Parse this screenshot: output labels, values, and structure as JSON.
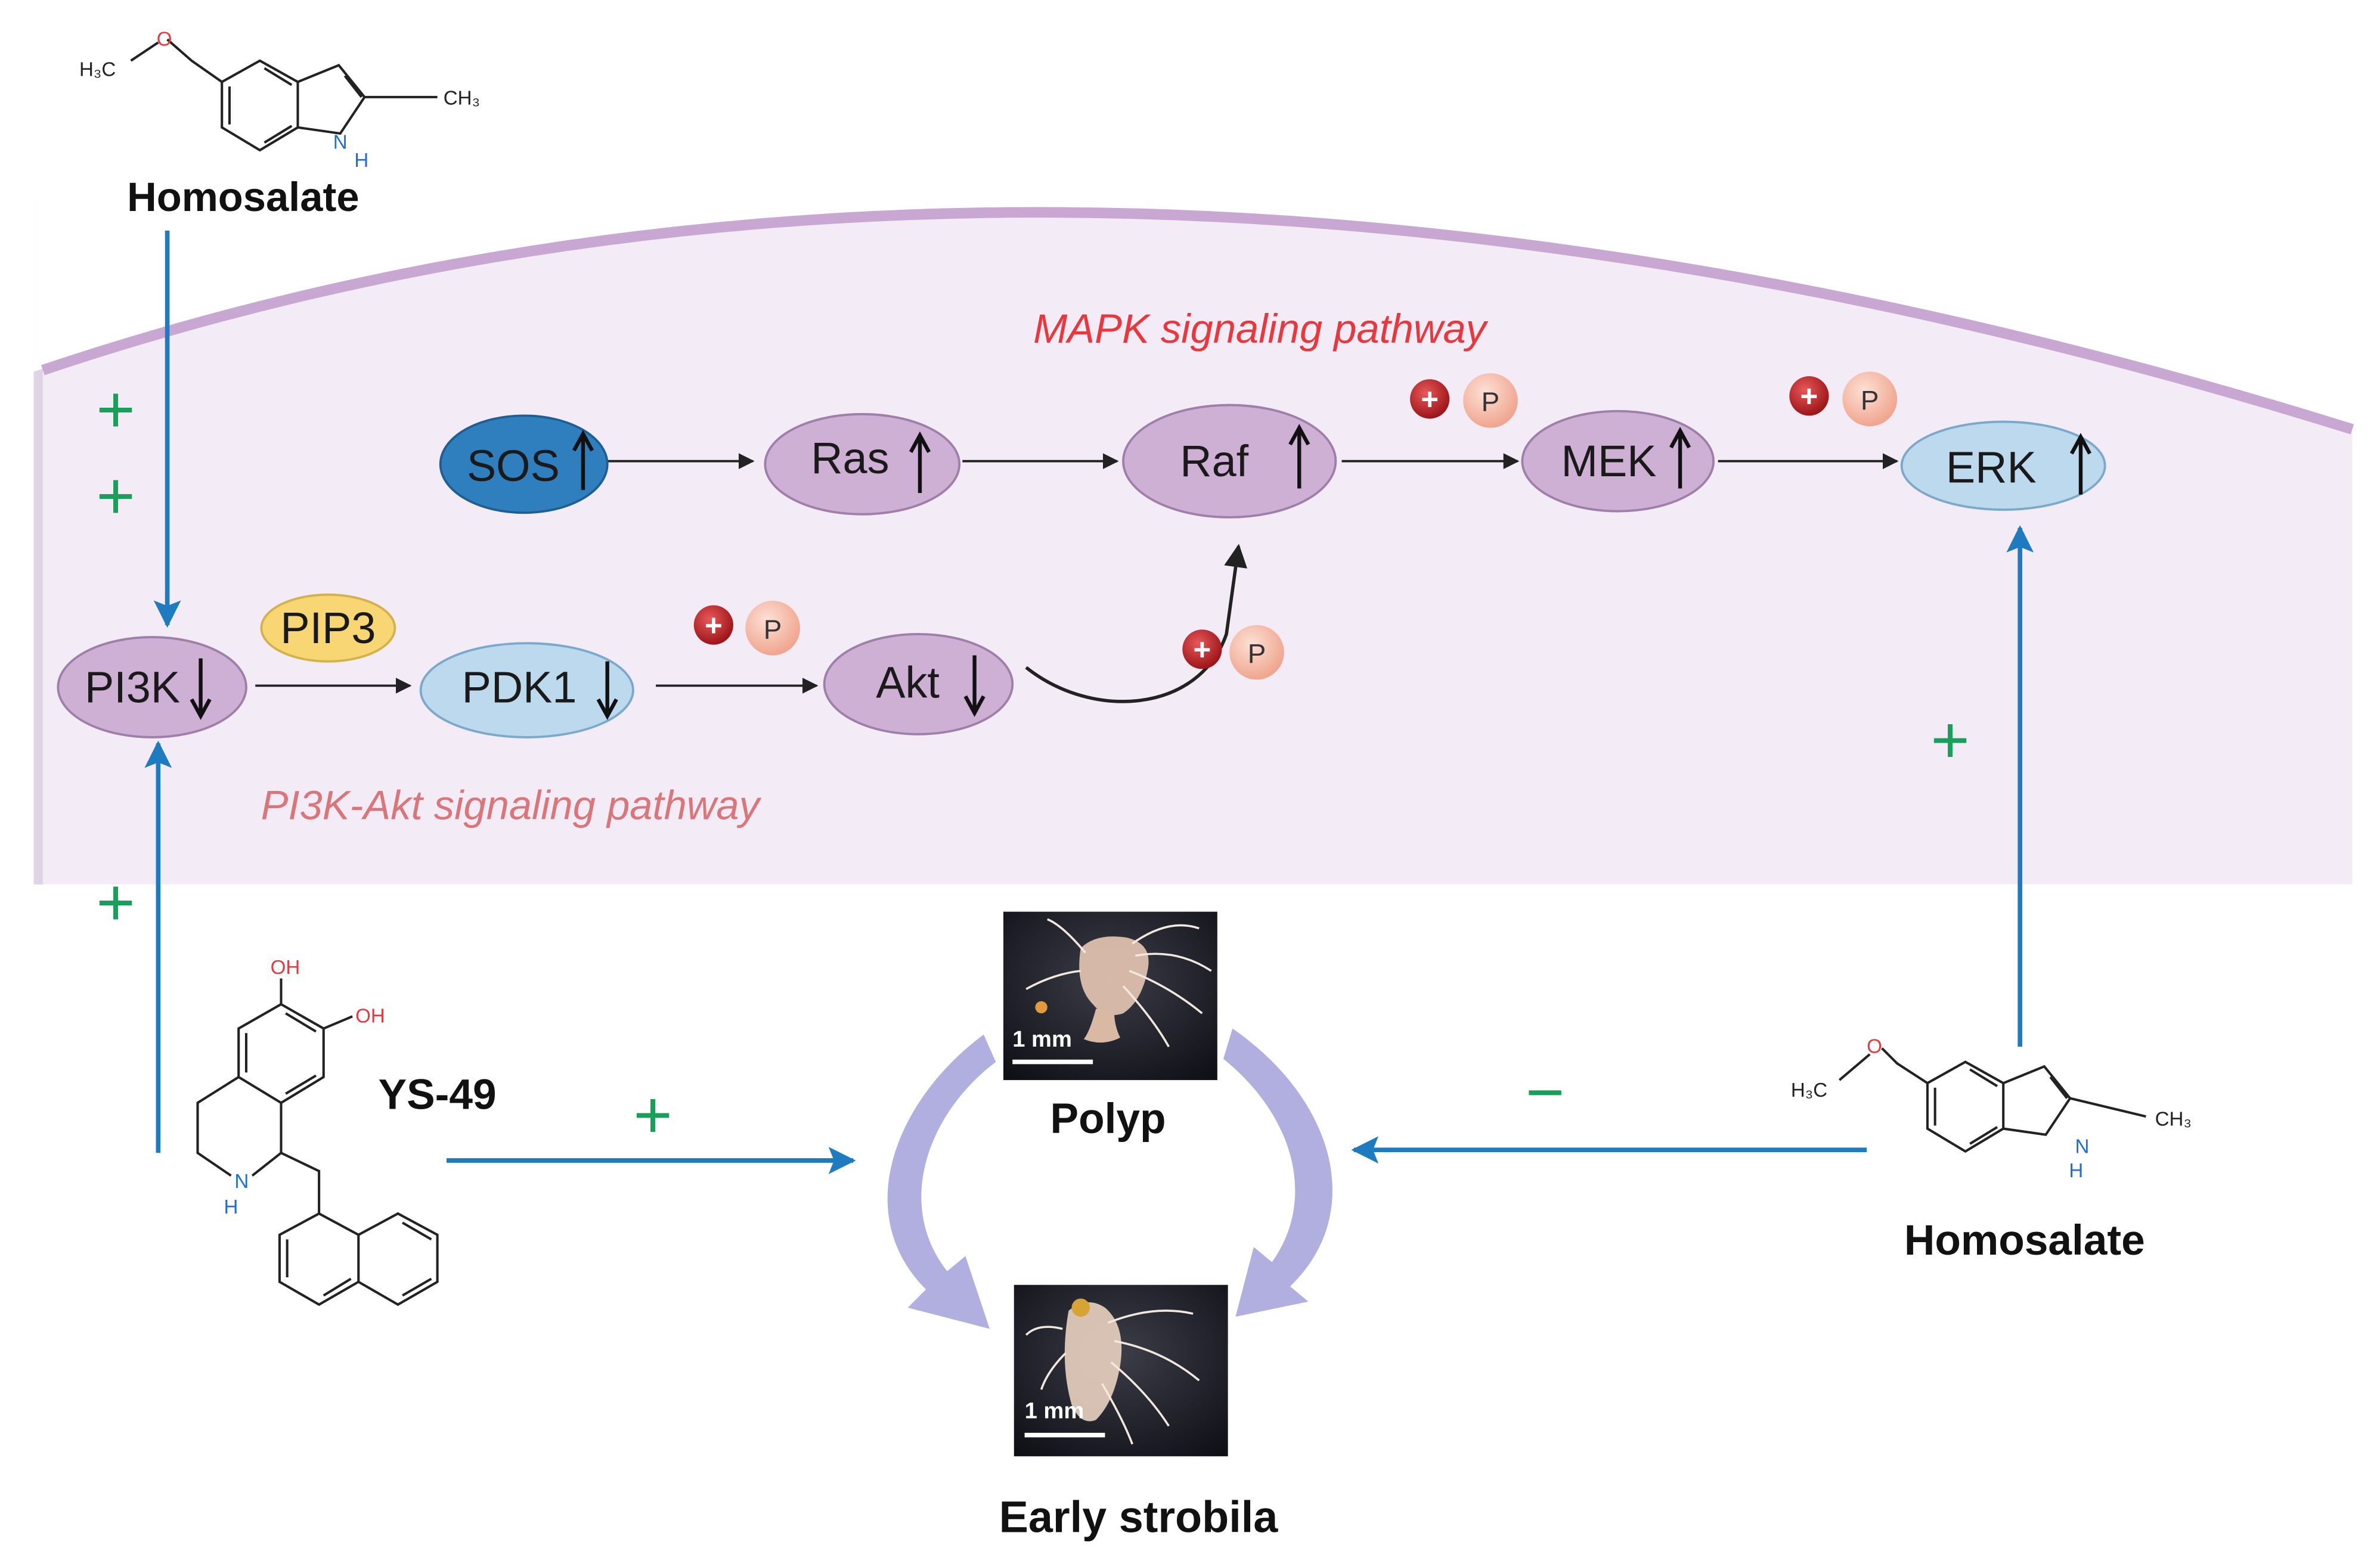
{
  "top_compound": {
    "name": "Homosalate",
    "methoxy": "H₃C",
    "methyl": "CH₃",
    "nh": "N",
    "nh_h": "H"
  },
  "right_compound": {
    "name": "Homosalate",
    "methoxy": "H₃C",
    "methyl": "CH₃",
    "nh": "N",
    "nh_h": "H"
  },
  "ys49": {
    "name": "YS-49",
    "oh1": "OH",
    "oh2": "OH",
    "nh": "N",
    "nh_h": "H"
  },
  "pathways": {
    "mapk": "MAPK signaling pathway",
    "pi3k_akt": "PI3K-Akt signaling pathway"
  },
  "nodes": {
    "sos": "SOS",
    "ras": "Ras",
    "raf": "Raf",
    "mek": "MEK",
    "erk": "ERK",
    "pi3k": "PI3K",
    "pip3": "PIP3",
    "pdk1": "PDK1",
    "akt": "Akt"
  },
  "phospho": {
    "plus": "+",
    "p": "P"
  },
  "signs": {
    "plus": "+",
    "minus": "−"
  },
  "stages": {
    "polyp": "Polyp",
    "early_strobila": "Early strobila",
    "scale_bar": "1 mm"
  },
  "colors": {
    "membrane": "#f2e9f4",
    "membrane_edge": "#c9a7d3",
    "purple_node": "#cdb0d4",
    "blue_node": "#bcd9ee",
    "dark_blue_node": "#2f7fbf",
    "pip3": "#f7d673",
    "arrow_blue": "#1f7bc0",
    "plus_green": "#18a05a",
    "mapk_red": "#e8383d",
    "pi3k_red": "#d9767a",
    "cycle": "#a9a5dd"
  }
}
